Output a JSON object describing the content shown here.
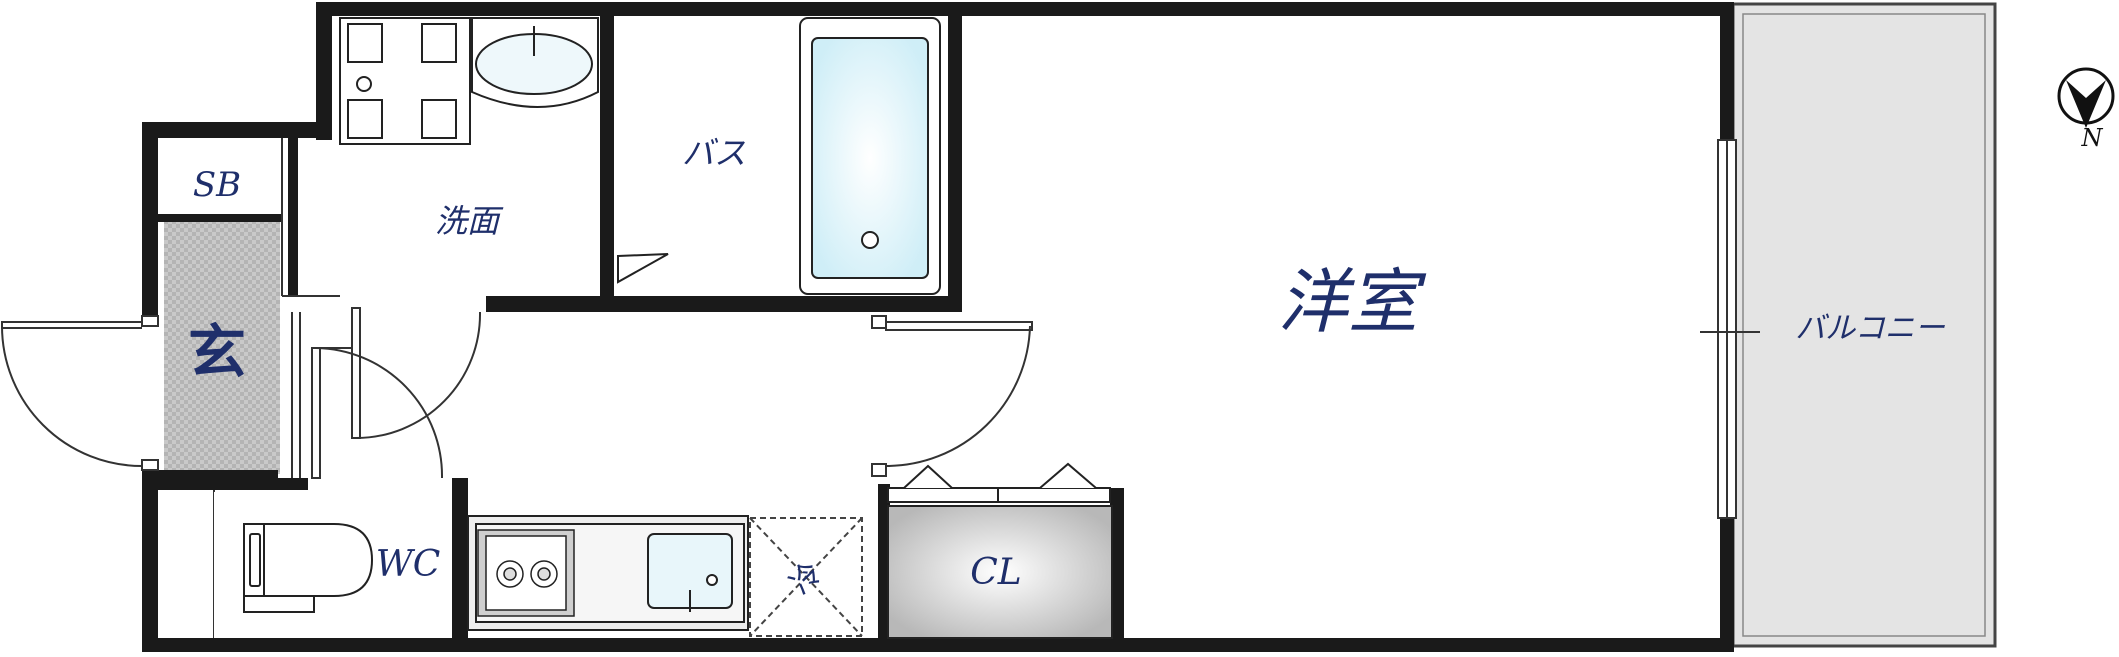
{
  "rooms": {
    "sb": "SB",
    "genkan": "玄",
    "senmen": "洗面",
    "bath": "バス",
    "washitsu": "洋室",
    "balcony": "バルコニー",
    "wc": "WC",
    "cl": "CL",
    "reizouko": "冷"
  },
  "compass": {
    "north": "N"
  },
  "colors": {
    "label": "#1f2f6b",
    "wall": "#1a1a1a",
    "balcony": "#e6e6e6",
    "tub": "#e6f6fb",
    "tile": "#c9c9c9"
  }
}
